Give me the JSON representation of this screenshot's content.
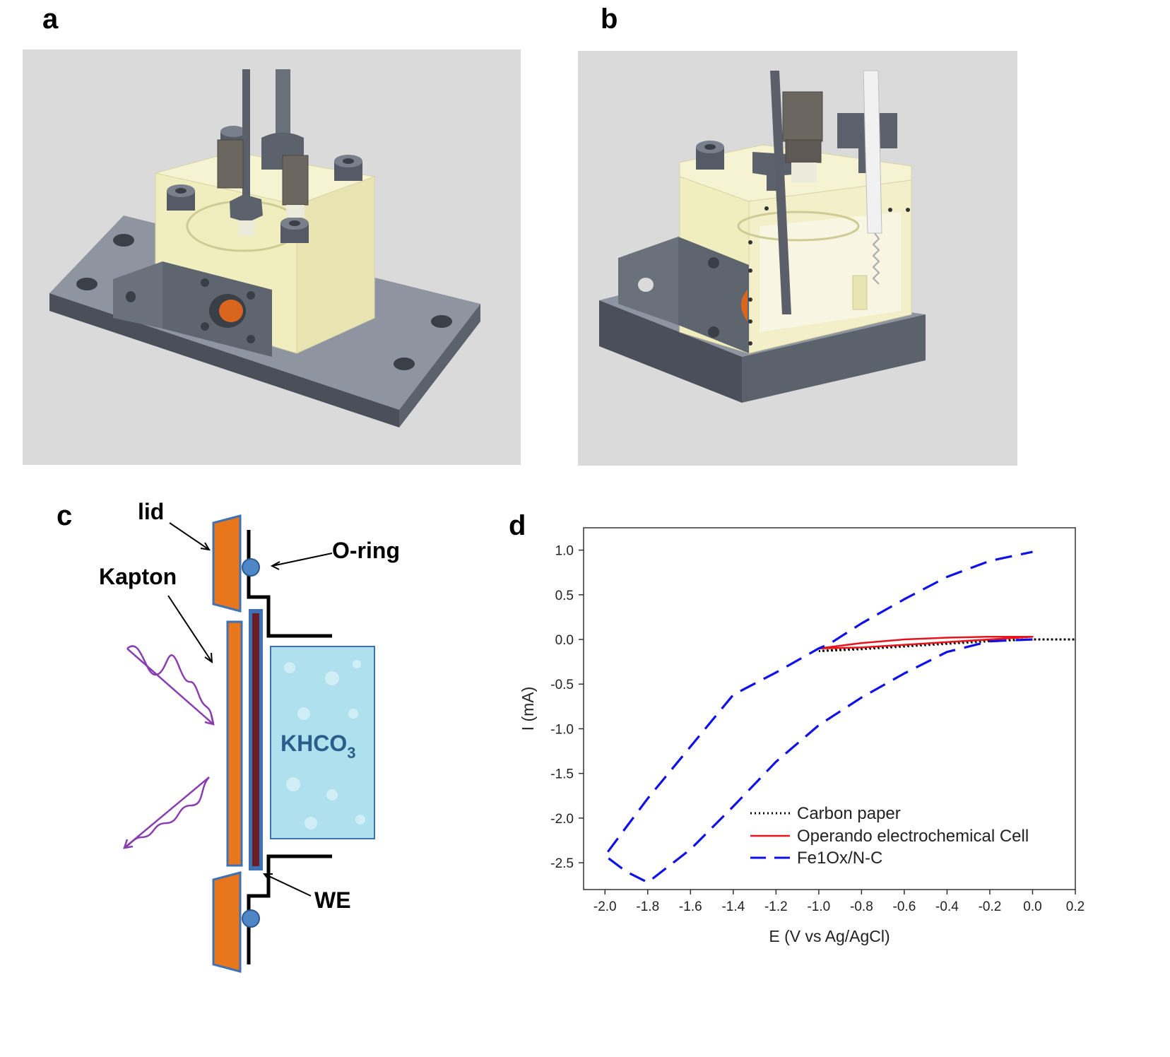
{
  "panels": {
    "a": {
      "label": "a"
    },
    "b": {
      "label": "b"
    },
    "c": {
      "label": "c",
      "annotations": {
        "lid": "lid",
        "oring": "O-ring",
        "kapton": "Kapton",
        "we": "WE",
        "electrolyte": "KHCO",
        "electrolyte_sub": "3"
      }
    },
    "d": {
      "label": "d"
    }
  },
  "colors": {
    "render_bg": "#dadada",
    "block_gray": "#5d6370",
    "cell_yellow": "#f3f0c6",
    "lid_orange": "#e8761c",
    "oring_blue": "#4f86c6",
    "electrolyte_blue": "#aee0ee",
    "xray_purple": "#8a3fb0",
    "series_carbon": "#000000",
    "series_cell": "#e8141b",
    "series_fe": "#1010e8"
  },
  "chart_data": {
    "type": "line",
    "title": "",
    "xlabel": "E (V vs Ag/AgCl)",
    "ylabel": "I (mA)",
    "xlim": [
      -2.1,
      0.2
    ],
    "ylim": [
      -2.8,
      1.25
    ],
    "xticks": [
      "-2.0",
      "-1.8",
      "-1.6",
      "-1.4",
      "-1.2",
      "-1.0",
      "-0.8",
      "-0.6",
      "-0.4",
      "-0.2",
      "0.0",
      "0.2"
    ],
    "yticks": [
      "1.0",
      "0.5",
      "0.0",
      "-0.5",
      "-1.0",
      "-1.5",
      "-2.0",
      "-2.5"
    ],
    "legend_position": "lower-right",
    "series": [
      {
        "name": "Carbon paper",
        "style": "dotted",
        "x": [
          -1.0,
          -0.8,
          -0.6,
          -0.4,
          -0.2,
          0.0,
          0.2,
          0.0,
          -0.2,
          -0.4,
          -0.6,
          -0.8,
          -1.0
        ],
        "y": [
          -0.13,
          -0.11,
          -0.08,
          -0.05,
          -0.02,
          0.0,
          0.0,
          0.0,
          -0.01,
          -0.04,
          -0.07,
          -0.1,
          -0.13
        ]
      },
      {
        "name": "Operando electrochemical Cell",
        "style": "solid",
        "x": [
          -1.0,
          -0.8,
          -0.6,
          -0.4,
          -0.2,
          0.0,
          -0.2,
          -0.4,
          -0.6,
          -0.8,
          -1.0
        ],
        "y": [
          -0.1,
          -0.04,
          0.0,
          0.02,
          0.03,
          0.03,
          0.0,
          -0.03,
          -0.06,
          -0.09,
          -0.1
        ]
      },
      {
        "name": "Fe1Ox/N-C",
        "style": "dashed",
        "x": [
          0.0,
          -0.2,
          -0.4,
          -0.6,
          -0.8,
          -1.0,
          -1.2,
          -1.4,
          -1.6,
          -1.8,
          -1.9,
          -2.0,
          -1.9,
          -1.8,
          -1.6,
          -1.4,
          -1.2,
          -1.0,
          -0.95,
          -0.8,
          -0.6,
          -0.4,
          -0.2,
          0.0
        ],
        "y": [
          0.0,
          -0.02,
          -0.14,
          -0.38,
          -0.65,
          -0.96,
          -1.37,
          -1.87,
          -2.35,
          -2.72,
          -2.6,
          -2.42,
          -2.1,
          -1.78,
          -1.2,
          -0.62,
          -0.37,
          -0.1,
          -0.05,
          0.18,
          0.45,
          0.7,
          0.88,
          0.98
        ]
      }
    ]
  }
}
